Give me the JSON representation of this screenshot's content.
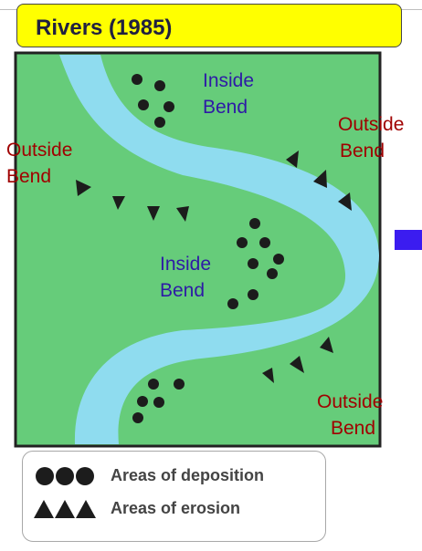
{
  "title": "Rivers (1985)",
  "labels": {
    "inside_top": [
      "Inside",
      "Bend"
    ],
    "inside_mid": [
      "Inside",
      "Bend"
    ],
    "outside_left": [
      "Outside",
      "Bend"
    ],
    "outside_right_top": [
      "Outside",
      "Bend"
    ],
    "outside_right_bottom": [
      "Outside",
      "Bend"
    ]
  },
  "legend": {
    "deposition_label": "Areas of deposition",
    "erosion_label": "Areas of erosion"
  },
  "colors": {
    "title_bg": "#ffff00",
    "land": "#66cc7a",
    "river": "#8fdcef",
    "marker": "#1c1c1c",
    "inside_text": "#2e1aa6",
    "outside_text": "#a00000",
    "side_tab": "#3b1cf0"
  }
}
